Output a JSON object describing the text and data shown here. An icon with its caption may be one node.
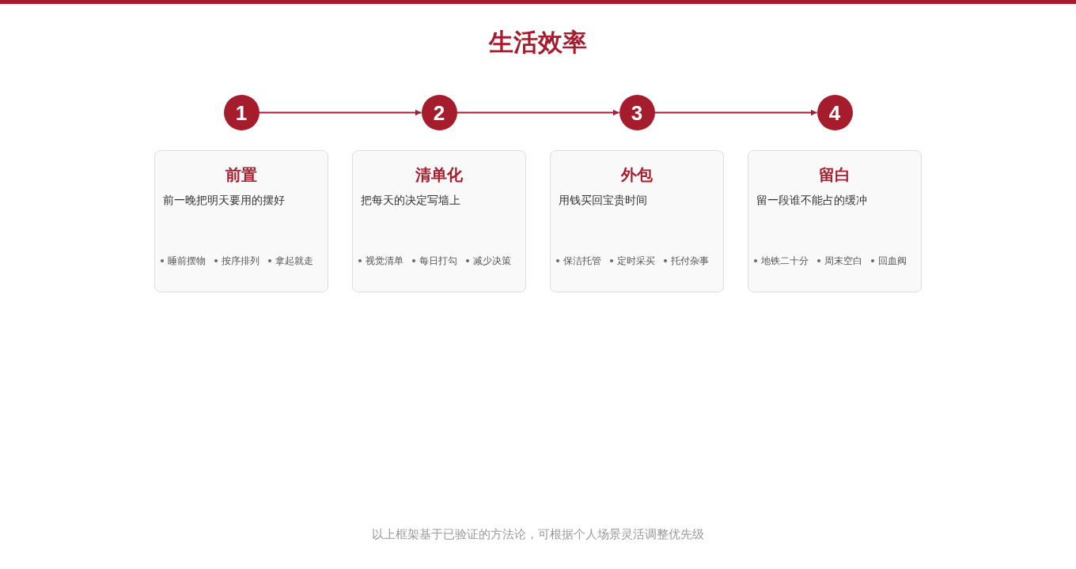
{
  "diagram": {
    "title": "生活效率",
    "nodes": [
      {
        "text": [
          "1"
        ]
      },
      {
        "text": [
          "前置",
          "前一晚把明天要用的摆好",
          "睡前摆物",
          "按序排列",
          "拿起就走"
        ]
      },
      {
        "text": [
          "2"
        ]
      },
      {
        "text": [
          "清单化",
          "把每天的决定写墙上",
          "视觉清单",
          "每日打勾",
          "减少决策"
        ]
      },
      {
        "text": [
          "3"
        ]
      },
      {
        "text": [
          "外包",
          "用钱买回宝贵时间",
          "保洁托管",
          "定时采买",
          "托付杂事"
        ]
      },
      {
        "text": [
          "4"
        ]
      },
      {
        "text": [
          "留白",
          "留一段谁不能占的缓冲",
          "地铁二十分",
          "周末空白",
          "回血阀"
        ]
      }
    ],
    "edges": [
      {
        "from": 0,
        "to": 2,
        "arrow": "to"
      },
      {
        "from": 2,
        "to": 4,
        "arrow": "to"
      },
      {
        "from": 4,
        "to": 6,
        "arrow": "to"
      }
    ],
    "caption": "以上框架基于已验证的方法论，可根据个人场景灵活调整优先级"
  }
}
